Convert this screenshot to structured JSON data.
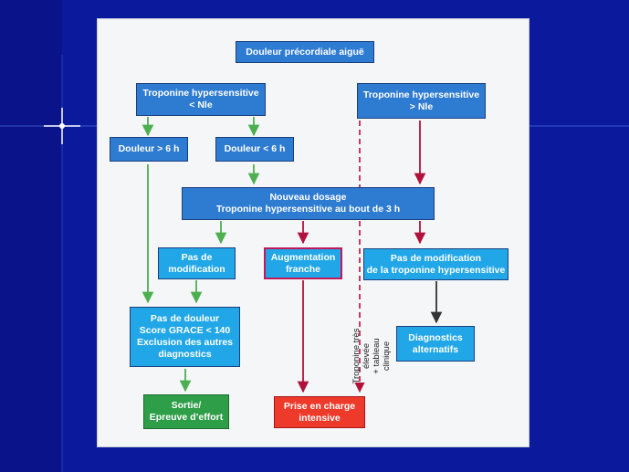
{
  "colors": {
    "slide_background": "#0b1a9c",
    "box_blue": "#2e7bd2",
    "box_cyan": "#21a7e8",
    "box_green": "#2e9e48",
    "box_red": "#ee3a2b",
    "arrow_green": "#4caf50",
    "arrow_red": "#b0123c",
    "arrow_dark": "#333333"
  },
  "boxes": {
    "top": "Douleur précordiale aiguë",
    "trop_low": "Troponine hypersensitive\n< Nle",
    "trop_high": "Troponine hypersensitive\n> Nle",
    "pain_gt6": "Douleur > 6 h",
    "pain_lt6": "Douleur < 6 h",
    "redose": "Nouveau dosage\nTroponine hypersensitive au bout de 3 h",
    "no_change": "Pas de\nmodification",
    "increase": "Augmentation\nfranche",
    "trop_no_change": "Pas de modification\nde la troponine hypersensitive",
    "no_pain": "Pas de douleur\nScore GRACE < 140\nExclusion des autres\ndiagnostics",
    "alt_diag": "Diagnostics\nalternatifs",
    "exit": "Sortie/\nEpreuve d’effort",
    "intensive": "Prise en charge\nintensive"
  },
  "dashed_label": "Troponine très élevée\n+ tableau clinique"
}
